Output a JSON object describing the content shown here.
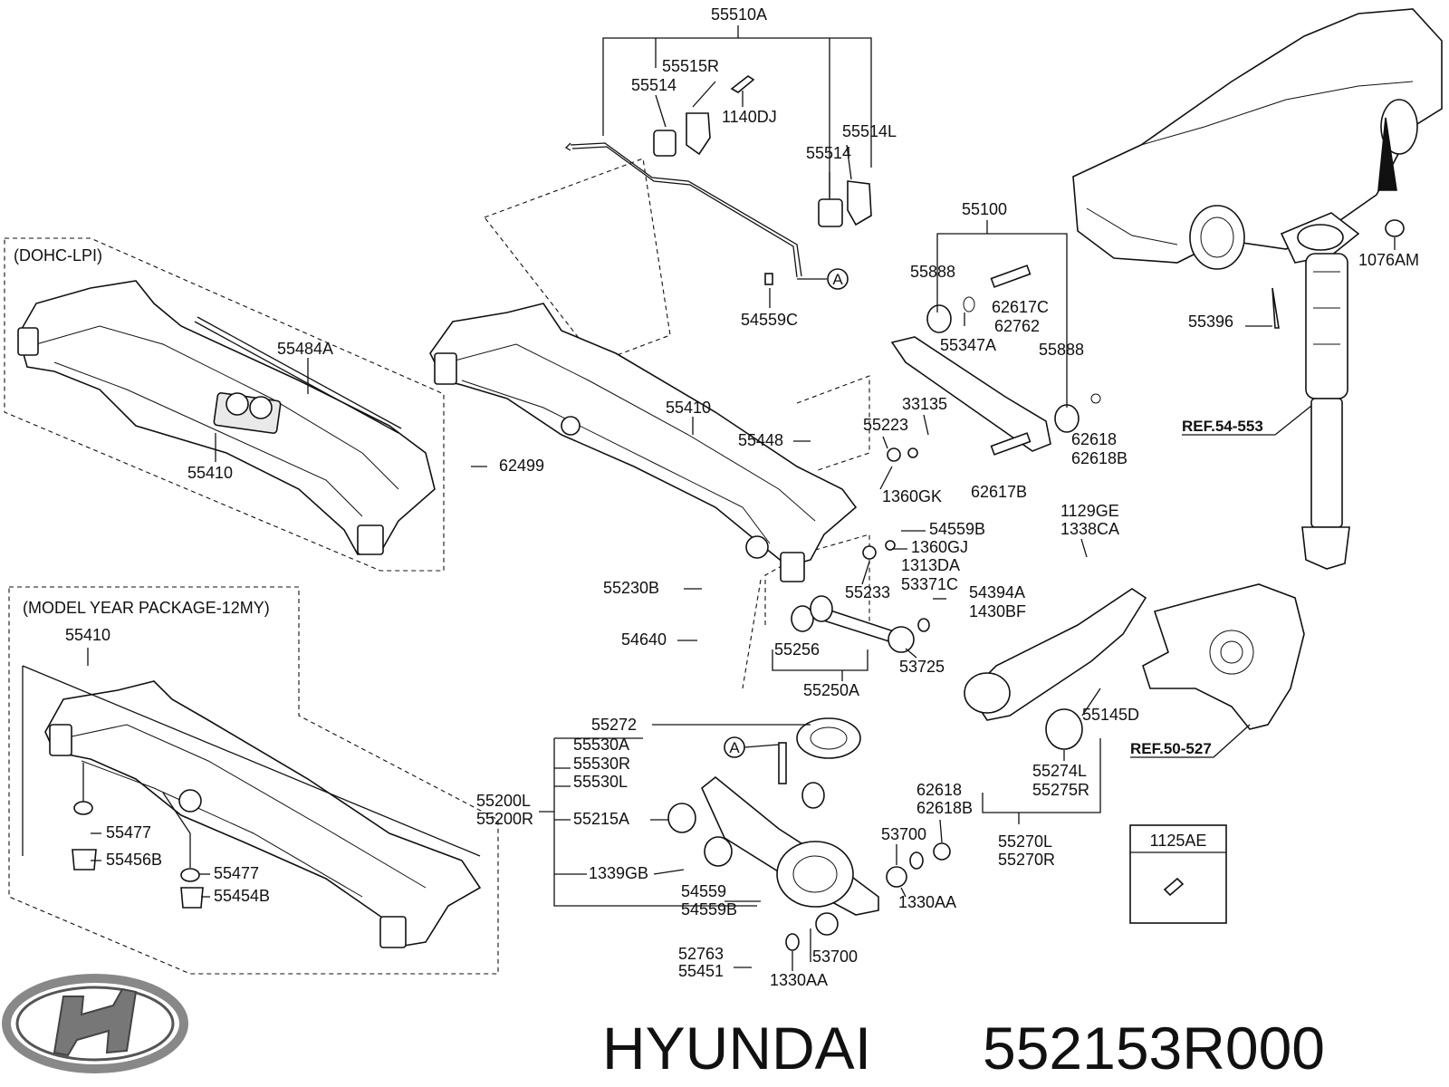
{
  "brand": {
    "name": "HYUNDAI",
    "part_number": "552153R000"
  },
  "boxes": {
    "dohc": "(DOHC-LPI)",
    "model_year": "(MODEL YEAR PACKAGE-12MY)",
    "fastener": "1125AE"
  },
  "refs": {
    "shock": "REF.54-553",
    "knuckle": "REF.50-527"
  },
  "callout": "A",
  "labels": {
    "l55510A": "55510A",
    "l55515R": "55515R",
    "l55514a": "55514",
    "l1140DJ": "1140DJ",
    "l55514L": "55514L",
    "l55514b": "55514",
    "l54559C": "54559C",
    "l55484A": "55484A",
    "l55410a": "55410",
    "l62499": "62499",
    "l55410b": "55410",
    "l55448": "55448",
    "l55223": "55223",
    "l33135": "33135",
    "l1360GK": "1360GK",
    "l55100": "55100",
    "l55888a": "55888",
    "l62617C": "62617C",
    "l62762": "62762",
    "l55347A": "55347A",
    "l55888b": "55888",
    "l62618a": "62618",
    "l62618Ba": "62618B",
    "l62617B": "62617B",
    "l1076AM": "1076AM",
    "l55396": "55396",
    "l54559B": "54559B",
    "l1360GJ": "1360GJ",
    "l1313DA": "1313DA",
    "l53371C": "53371C",
    "l54394A": "54394A",
    "l1430BF": "1430BF",
    "l55233": "55233",
    "l1129GE": "1129GE",
    "l1338CA": "1338CA",
    "l55230B": "55230B",
    "l54640": "54640",
    "l55256": "55256",
    "l53725": "53725",
    "l55250A": "55250A",
    "l55410c": "55410",
    "l55145D": "55145D",
    "l55272": "55272",
    "l55530A": "55530A",
    "l55530R": "55530R",
    "l55530L": "55530L",
    "l55200L": "55200L",
    "l55200R": "55200R",
    "l55215A": "55215A",
    "l55274L": "55274L",
    "l55275R": "55275R",
    "l62618b": "62618",
    "l62618Bb": "62618B",
    "l53700a": "53700",
    "l55270L": "55270L",
    "l55270R": "55270R",
    "l55477a": "55477",
    "l55456B": "55456B",
    "l55477b": "55477",
    "l55454B": "55454B",
    "l1339GB": "1339GB",
    "l54559": "54559",
    "l54559Bb": "54559B",
    "l1330AAa": "1330AA",
    "l52763": "52763",
    "l55451": "55451",
    "l53700b": "53700",
    "l1330AAb": "1330AA"
  }
}
